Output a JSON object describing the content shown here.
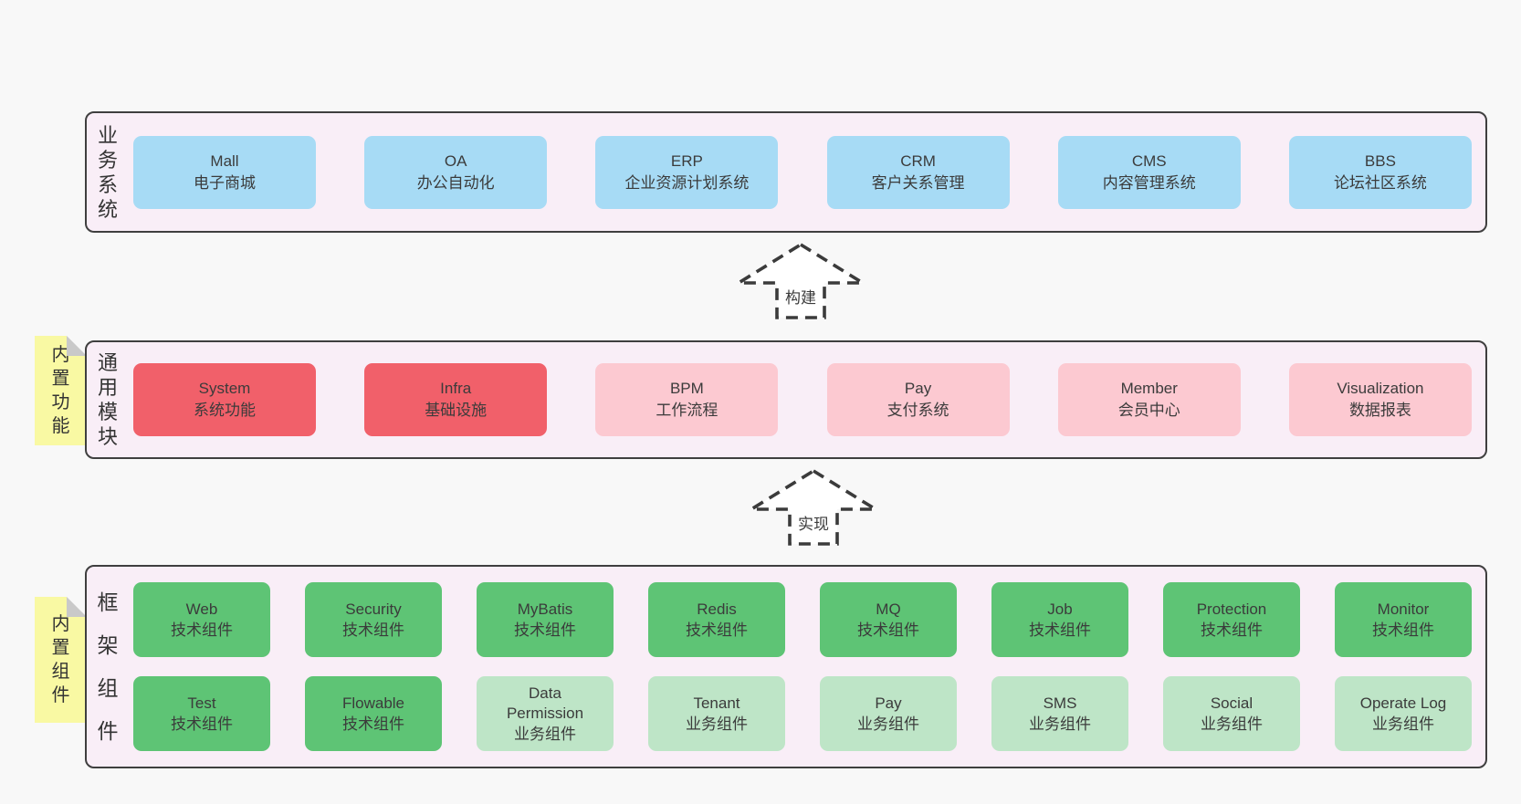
{
  "colors": {
    "page_background": "#f8f8f8",
    "layer_background": "#f9eef7",
    "layer_border": "#3f3f3f",
    "blue_box": "#a7dbf5",
    "red_box": "#f1606a",
    "pink_box": "#fcc9d1",
    "green_box": "#5ec475",
    "light_green_box": "#bee5c7",
    "sticky_tab": "#f9f9a3",
    "tab_fold": "#c9c9c9",
    "text": "#3b3b3b"
  },
  "diagram": {
    "layers": {
      "business": {
        "label": "业务系统",
        "boxes": [
          {
            "name": "Mall",
            "subtitle": "电子商城"
          },
          {
            "name": "OA",
            "subtitle": "办公自动化"
          },
          {
            "name": "ERP",
            "subtitle": "企业资源计划系统"
          },
          {
            "name": "CRM",
            "subtitle": "客户关系管理"
          },
          {
            "name": "CMS",
            "subtitle": "内容管理系统"
          },
          {
            "name": "BBS",
            "subtitle": "论坛社区系统"
          }
        ]
      },
      "modules": {
        "tab": "内置功能",
        "label": "通用模块",
        "boxes": [
          {
            "name": "System",
            "subtitle": "系统功能"
          },
          {
            "name": "Infra",
            "subtitle": "基础设施"
          },
          {
            "name": "BPM",
            "subtitle": "工作流程"
          },
          {
            "name": "Pay",
            "subtitle": "支付系统"
          },
          {
            "name": "Member",
            "subtitle": "会员中心"
          },
          {
            "name": "Visualization",
            "subtitle": "数据报表"
          }
        ]
      },
      "components": {
        "tab": "内置组件",
        "label": "框架组件",
        "row1": [
          {
            "name": "Web",
            "subtitle": "技术组件"
          },
          {
            "name": "Security",
            "subtitle": "技术组件"
          },
          {
            "name": "MyBatis",
            "subtitle": "技术组件"
          },
          {
            "name": "Redis",
            "subtitle": "技术组件"
          },
          {
            "name": "MQ",
            "subtitle": "技术组件"
          },
          {
            "name": "Job",
            "subtitle": "技术组件"
          },
          {
            "name": "Protection",
            "subtitle": "技术组件"
          },
          {
            "name": "Monitor",
            "subtitle": "技术组件"
          }
        ],
        "row2": [
          {
            "name": "Test",
            "subtitle": "技术组件"
          },
          {
            "name": "Flowable",
            "subtitle": "技术组件"
          },
          {
            "name": "Data Permission",
            "subtitle": "业务组件"
          },
          {
            "name": "Tenant",
            "subtitle": "业务组件"
          },
          {
            "name": "Pay",
            "subtitle": "业务组件"
          },
          {
            "name": "SMS",
            "subtitle": "业务组件"
          },
          {
            "name": "Social",
            "subtitle": "业务组件"
          },
          {
            "name": "Operate Log",
            "subtitle": "业务组件"
          }
        ]
      }
    },
    "arrows": [
      {
        "label": "构建"
      },
      {
        "label": "实现"
      }
    ]
  }
}
